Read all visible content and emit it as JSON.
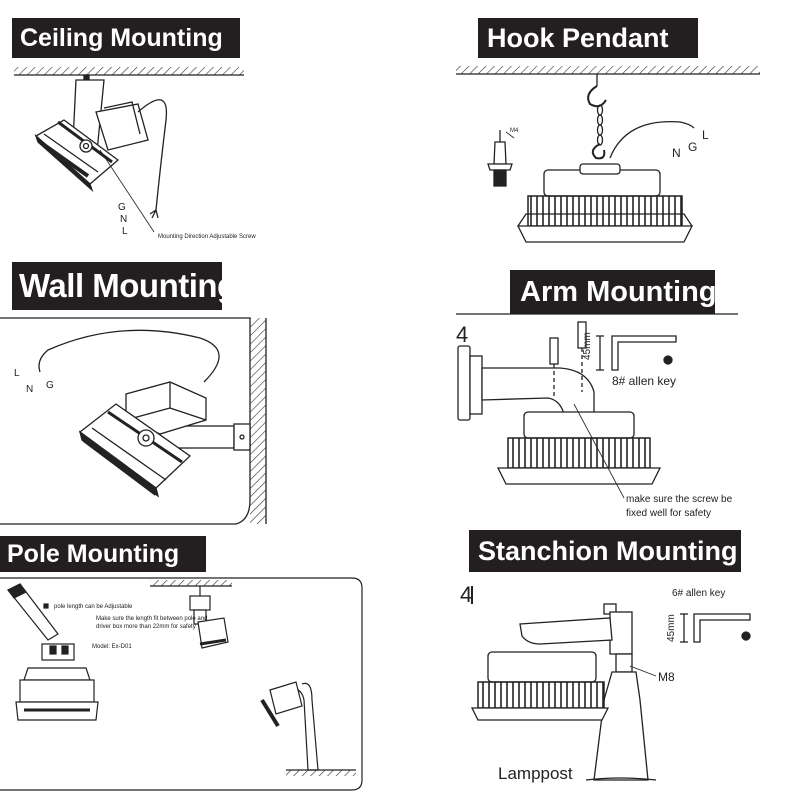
{
  "titles": {
    "ceiling": "Ceiling Mounting",
    "hook": "Hook Pendant",
    "wall": "Wall Mounting",
    "arm": "Arm Mounting",
    "pole": "Pole Mounting",
    "stanchion": "Stanchion Mounting"
  },
  "ceiling": {
    "wire_g": "G",
    "wire_n": "N",
    "wire_l": "L",
    "note": "Mounting Direction Adjustable Screw"
  },
  "hook": {
    "screw_label": "M4",
    "wire_l": "L",
    "wire_n": "N",
    "wire_g": "G"
  },
  "wall": {
    "wire_l": "L",
    "wire_n": "N",
    "wire_g": "G"
  },
  "arm": {
    "step": "4",
    "dimension": "45mm",
    "key": "8# allen key",
    "note_line1": "make sure the screw be",
    "note_line2": "fixed well for safety"
  },
  "pole": {
    "length_note": "pole length can be Adjustable",
    "distance_note_line1": "Make sure the length fit between pole and",
    "distance_note_line2": "driver box more than 22mm for safety",
    "model": "Model: Ex-D01"
  },
  "stanchion": {
    "step": "4",
    "dimension": "45mm",
    "key": "6# allen key",
    "bolt": "M8",
    "post": "Lamppost"
  }
}
